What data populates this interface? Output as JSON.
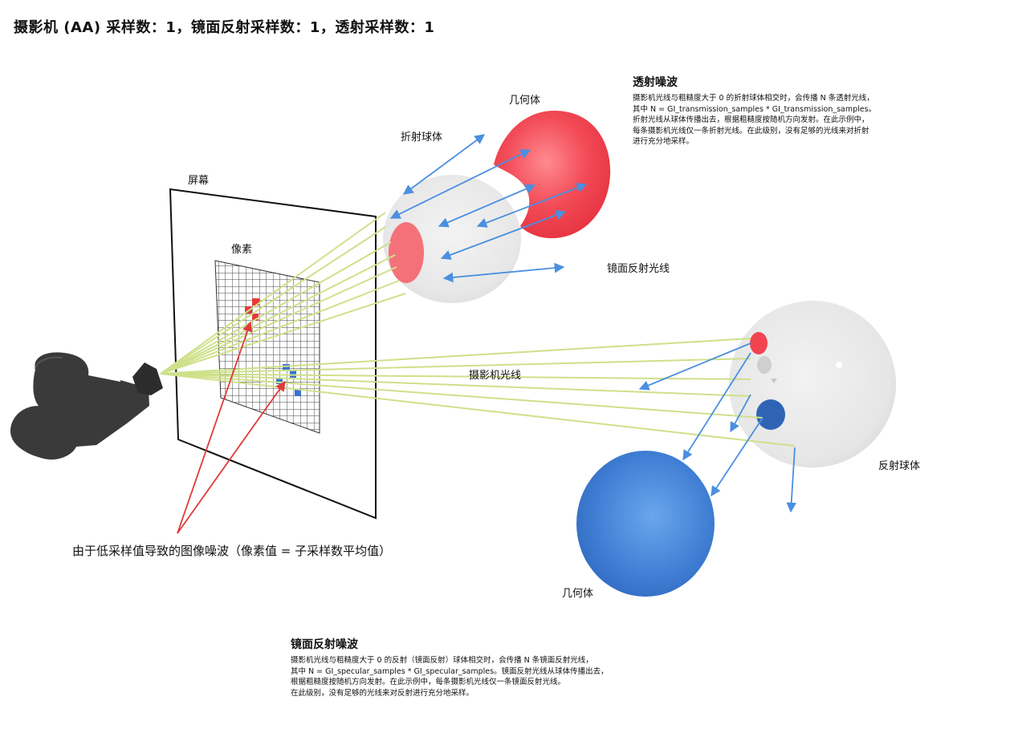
{
  "title": "摄影机 (AA) 采样数：1，镜面反射采样数：1，透射采样数：1",
  "labels": {
    "screen": "屏幕",
    "pixel": "像素",
    "refractive_sphere": "折射球体",
    "geometry_top": "几何体",
    "specular_ray": "镜面反射光线",
    "camera_ray": "摄影机光线",
    "reflective_sphere": "反射球体",
    "geometry_bottom": "几何体",
    "noise_caption": "由于低采样值导致的图像噪波（像素值 = 子采样数平均值）"
  },
  "transmission_noise": {
    "title": "透射噪波",
    "lines": [
      "摄影机光线与粗糙度大于 0 的折射球体相交时，会传播 N 条透射光线，",
      "其中 N = GI_transmission_samples * GI_transmission_samples。",
      "折射光线从球体传播出去，根据粗糙度按随机方向发射。在此示例中，",
      "每条摄影机光线仅一条折射光线。在此级别，没有足够的光线来对折射",
      "进行充分地采样。"
    ]
  },
  "specular_noise": {
    "title": "镜面反射噪波",
    "lines": [
      "摄影机光线与粗糙度大于 0 的反射（镜面反射）球体相交时，会传播 N 条镜面反射光线，",
      "其中 N = GI_specular_samples * GI_specular_samples。镜面反射光线从球体传播出去，",
      "根据粗糙度按随机方向发射。在此示例中，每条摄影机光线仅一条镜面反射光线。",
      "在此级别，没有足够的光线来对反射进行充分地采样。"
    ]
  },
  "colors": {
    "camera_ray": "#cfe08a",
    "specular_arrow": "#4a8fe0",
    "noise_arrow": "#e03a3a",
    "red_sphere": "#f04a55",
    "blue_sphere": "#3b78d0",
    "glass_sphere": "#e6e6e6",
    "camera_body": "#3a3a3a"
  },
  "icons": [
    "camera-icon"
  ]
}
